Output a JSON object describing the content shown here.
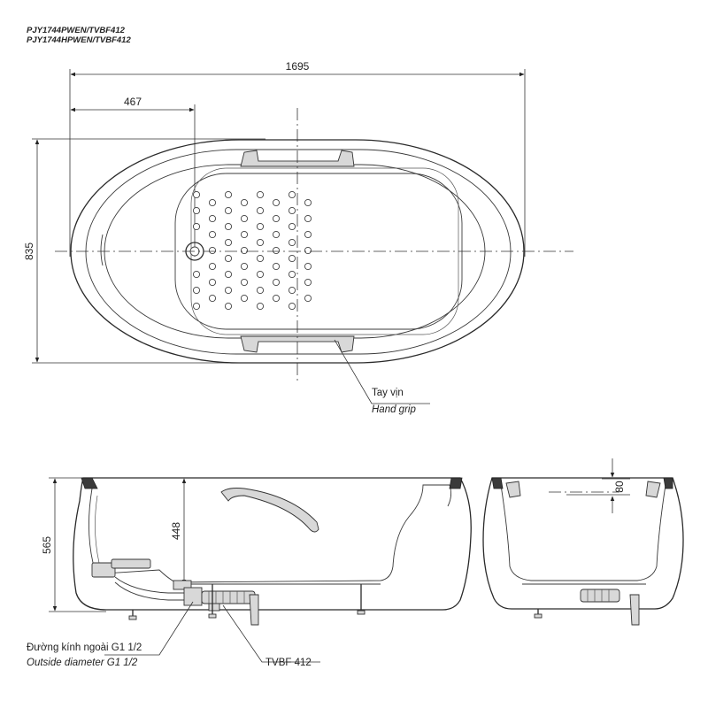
{
  "models": [
    "PJY1744PWEN/TVBF412",
    "PJY1744HPWEN/TVBF412"
  ],
  "dimensions": {
    "length": "1695",
    "drain_offset": "467",
    "width": "835",
    "height": "565",
    "inner_depth": "448",
    "rim_depth": "80"
  },
  "callouts": {
    "hand_grip_vi": "Tay vịn",
    "hand_grip_en": "Hand grip",
    "outside_diameter_vi": "Đường kính ngoài G1 1/2",
    "outside_diameter_en": "Outside diameter G1 1/2",
    "drain_model": "TVBF 412"
  },
  "colors": {
    "line": "#2a2a2a",
    "fill_gray": "#d8d8d8"
  }
}
